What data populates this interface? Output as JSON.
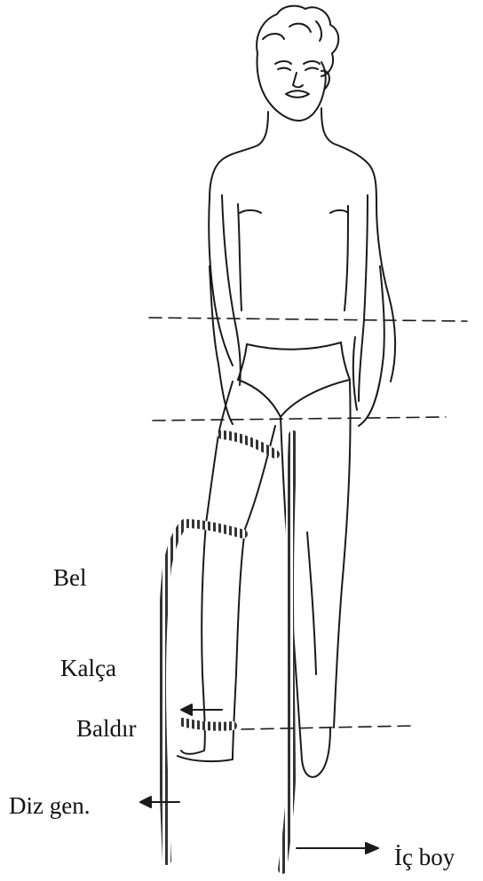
{
  "labels": {
    "bel": "Bel",
    "kalca": "Kalça",
    "baldir": "Baldır",
    "diz": "Diz gen.",
    "icboy": "İç boy"
  },
  "colors": {
    "line": "#1a1a1a",
    "background": "#ffffff"
  }
}
